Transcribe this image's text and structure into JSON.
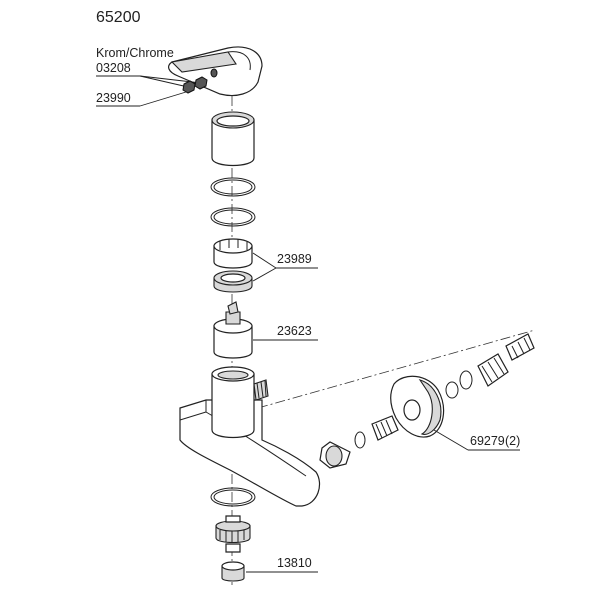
{
  "title": "65200",
  "labels": {
    "krom_chrome": "Krom/Chrome",
    "p03208": "03208",
    "p23990": "23990",
    "p23989": "23989",
    "p23623": "23623",
    "p69279": "69279",
    "p69279_qty": "(2)",
    "p13810": "13810"
  }
}
